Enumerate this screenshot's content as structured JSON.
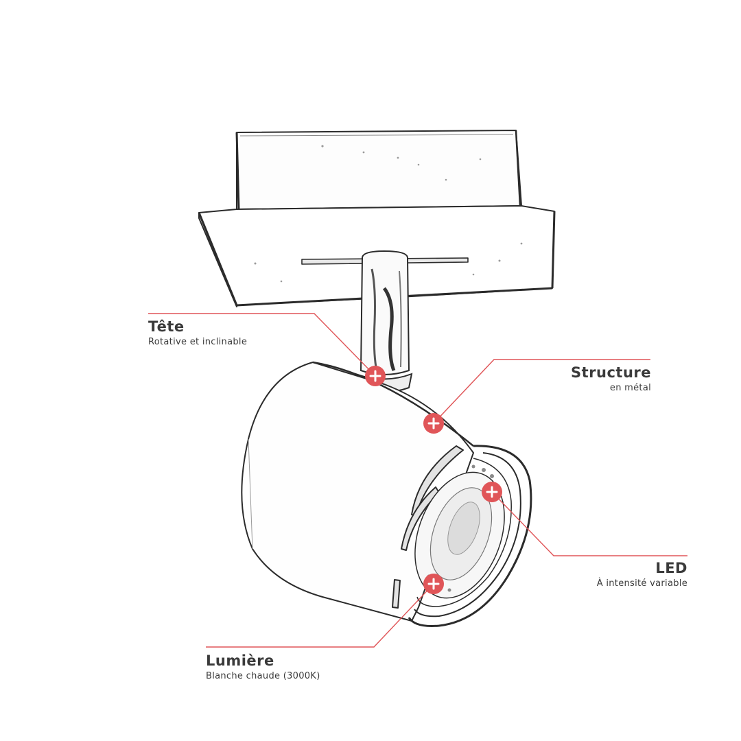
{
  "colors": {
    "accent": "#e05558",
    "leader": "#e05558",
    "sketch": "#2b2b2b"
  },
  "callouts": {
    "tete": {
      "title": "Tête",
      "subtitle": "Rotative et inclinable",
      "icon": "plus-hotspot-icon"
    },
    "structure": {
      "title": "Structure",
      "subtitle": "en métal",
      "icon": "plus-hotspot-icon"
    },
    "led": {
      "title": "LED",
      "subtitle": "À intensité variable",
      "icon": "plus-hotspot-icon"
    },
    "lumiere": {
      "title": "Lumière",
      "subtitle": "Blanche chaude (3000K)",
      "icon": "plus-hotspot-icon"
    }
  }
}
